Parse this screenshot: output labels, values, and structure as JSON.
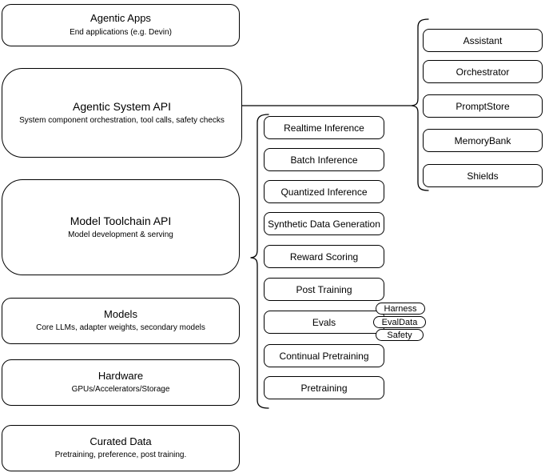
{
  "left_stack": [
    {
      "title": "Agentic Apps",
      "subtitle": "End applications (e.g. Devin)"
    },
    {
      "title": "Agentic System API",
      "subtitle": "System component orchestration, tool calls, safety checks"
    },
    {
      "title": "Model Toolchain API",
      "subtitle": "Model development & serving"
    },
    {
      "title": "Models",
      "subtitle": "Core LLMs, adapter weights, secondary models"
    },
    {
      "title": "Hardware",
      "subtitle": "GPUs/Accelerators/Storage"
    },
    {
      "title": "Curated Data",
      "subtitle": "Pretraining, preference, post training."
    }
  ],
  "toolchain_items": [
    "Realtime Inference",
    "Batch Inference",
    "Quantized Inference",
    "Synthetic Data Generation",
    "Reward Scoring",
    "Post Training",
    "Evals",
    "Continual Pretraining",
    "Pretraining"
  ],
  "evals_tags": [
    "Harness",
    "EvalData",
    "Safety"
  ],
  "system_components": [
    "Assistant",
    "Orchestrator",
    "PromptStore",
    "MemoryBank",
    "Shields"
  ],
  "colors": {
    "stroke": "#000000",
    "fill": "#ffffff",
    "text": "#000000"
  }
}
